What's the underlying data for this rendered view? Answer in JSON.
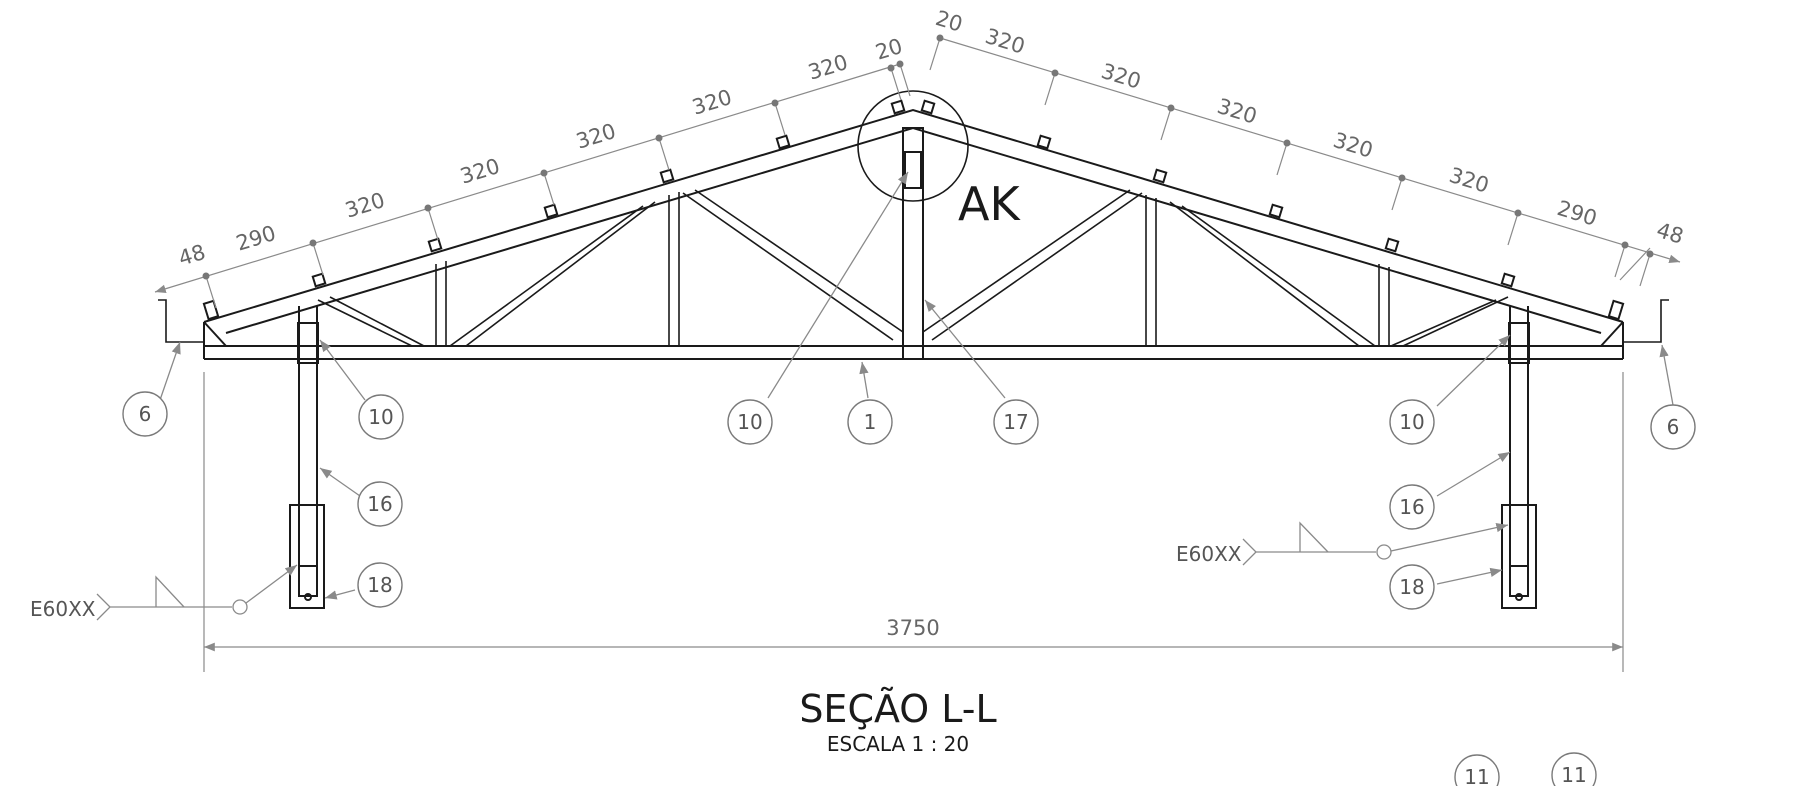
{
  "drawing": {
    "title": "SEÇÃO L-L",
    "scale": "ESCALA 1 : 20",
    "detail_label": "AK",
    "overall_span": "3750",
    "weld_symbols": [
      "E60XX",
      "E60XX"
    ],
    "left_chord_dims": [
      "48",
      "290",
      "320",
      "320",
      "320",
      "320",
      "320",
      "20"
    ],
    "right_chord_dims": [
      "20",
      "320",
      "320",
      "320",
      "320",
      "320",
      "290",
      "48"
    ],
    "callouts": [
      "6",
      "10",
      "16",
      "18",
      "10",
      "1",
      "17",
      "10",
      "16",
      "18",
      "6",
      "11",
      "11"
    ],
    "colors": {
      "line": "#1a1a1a",
      "dimension": "#8a8a8a",
      "text": "#555555"
    }
  }
}
